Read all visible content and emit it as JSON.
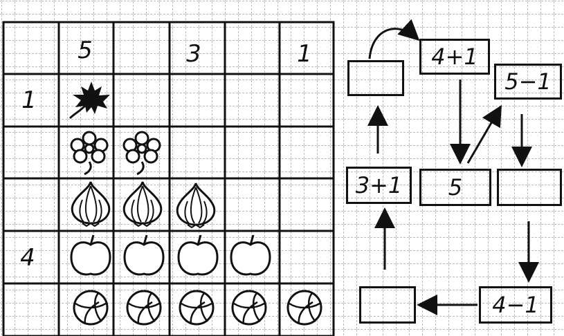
{
  "grid": {
    "header_numbers": [
      "5",
      "3",
      "1"
    ],
    "row_numbers": [
      "1",
      "4"
    ],
    "rows": [
      {
        "item": "maple-leaf",
        "count": 1
      },
      {
        "item": "flower",
        "count": 2
      },
      {
        "item": "garlic",
        "count": 3
      },
      {
        "item": "apple",
        "count": 4
      },
      {
        "item": "ball",
        "count": 5
      }
    ]
  },
  "chain": {
    "boxes": {
      "top_left": "",
      "top_middle": "4+1",
      "top_right": "5−1",
      "middle_left": "3+1",
      "middle_center": "5",
      "middle_right": "",
      "bottom_left": "",
      "bottom_right": "4−1"
    }
  },
  "colors": {
    "ink": "#111111",
    "grid_line": "#555555",
    "paper": "#ffffff"
  }
}
